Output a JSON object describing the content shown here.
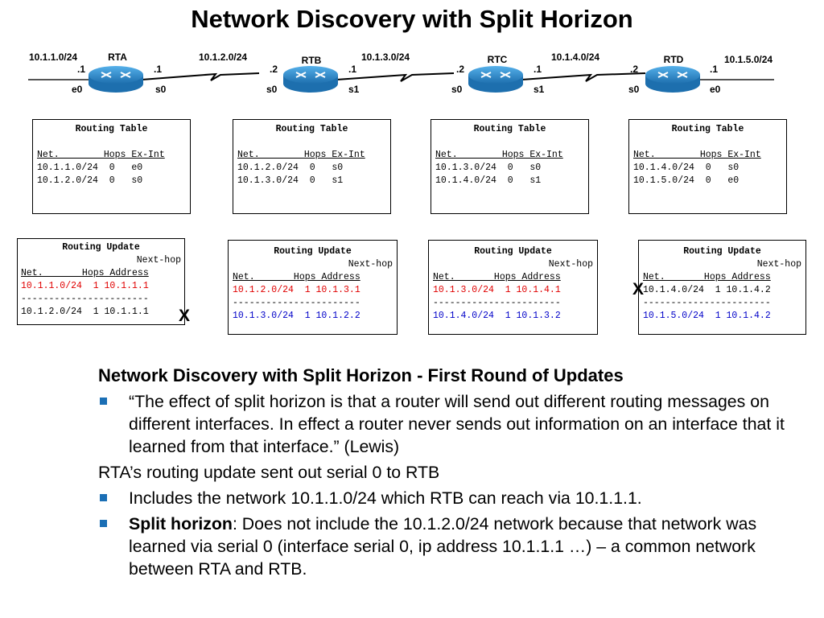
{
  "title": "Network Discovery with Split Horizon",
  "topology": {
    "networks": [
      "10.1.1.0/24",
      "10.1.2.0/24",
      "10.1.3.0/24",
      "10.1.4.0/24",
      "10.1.5.0/24"
    ],
    "routers": [
      {
        "name": "RTA",
        "left_if": "e0",
        "left_ip": ".1",
        "right_if": "s0",
        "right_ip": ".1"
      },
      {
        "name": "RTB",
        "left_if": "s0",
        "left_ip": ".2",
        "right_if": "s1",
        "right_ip": ".1"
      },
      {
        "name": "RTC",
        "left_if": "s0",
        "left_ip": ".2",
        "right_if": "s1",
        "right_ip": ".1"
      },
      {
        "name": "RTD",
        "left_if": "s0",
        "left_ip": ".2",
        "right_if": "e0",
        "right_ip": ".1"
      }
    ]
  },
  "routing_tables": [
    {
      "title": "Routing Table",
      "rows": [
        "10.1.1.0/24  0   e0",
        "10.1.2.0/24  0   s0"
      ]
    },
    {
      "title": "Routing Table",
      "rows": [
        "10.1.2.0/24  0   s0",
        "10.1.3.0/24  0   s1"
      ]
    },
    {
      "title": "Routing Table",
      "rows": [
        "10.1.3.0/24  0   s0",
        "10.1.4.0/24  0   s1"
      ]
    },
    {
      "title": "Routing Table",
      "rows": [
        "10.1.4.0/24  0   s0",
        "10.1.5.0/24  0   e0"
      ]
    }
  ],
  "table_header": "Net.        Hops Ex-Int",
  "update_header_title": "Routing Update",
  "update_header_nexthop": "Next-hop",
  "update_header_cols": "Net.       Hops Address",
  "separator": "-----------------------",
  "routing_updates": [
    {
      "right_row": "10.1.1.0/24  1 10.1.1.1",
      "left_row": "10.1.2.0/24  1 10.1.1.1"
    },
    {
      "right_row": "10.1.2.0/24  1 10.1.3.1",
      "left_row": "10.1.3.0/24  1 10.1.2.2"
    },
    {
      "right_row": "10.1.3.0/24  1 10.1.4.1",
      "left_row": "10.1.4.0/24  1 10.1.3.2"
    },
    {
      "right_row": "10.1.4.0/24  1 10.1.4.2",
      "left_row": "10.1.5.0/24  1 10.1.4.2"
    }
  ],
  "x_mark": "X",
  "text": {
    "heading": "Network Discovery with Split Horizon -  First Round of Updates",
    "bullet1": "“The effect of split horizon is that a router will send out different routing messages on different interfaces.  In effect a router never sends out information on an interface that it learned from that interface.” (Lewis)",
    "plain": "RTA’s routing update sent out serial 0 to RTB",
    "bullet2": "Includes the network 10.1.1.0/24 which RTB can reach via 10.1.1.1.",
    "bullet3_bold": "Split horizon",
    "bullet3_rest": ": Does not include the 10.1.2.0/24 network because that network was learned via serial 0 (interface serial 0, ip address 10.1.1.1 …) – a common network between RTA and RTB."
  },
  "colors": {
    "red": "#e00000",
    "blue": "#0000c8",
    "router": "#2f8fd0",
    "bullet": "#1b6fb5"
  }
}
